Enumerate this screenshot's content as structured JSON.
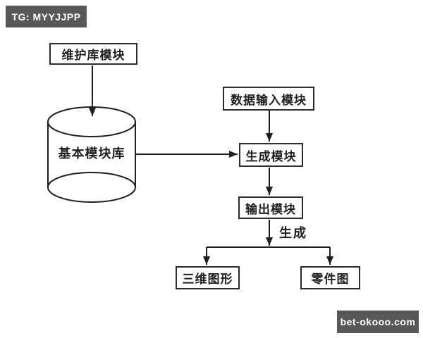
{
  "watermarks": {
    "telegram": "TG: MYYJJPP",
    "site": "bet-okooo.com"
  },
  "diagram": {
    "nodes": {
      "maintain": {
        "label": "维护库模块"
      },
      "library": {
        "label": "基本模块库",
        "shape": "cylinder"
      },
      "data_input": {
        "label": "数据输入模块"
      },
      "generate": {
        "label": "生成模块"
      },
      "output": {
        "label": "输出模块"
      },
      "three_d": {
        "label": "三维图形"
      },
      "part": {
        "label": "零件图"
      }
    },
    "edge_label": "生成",
    "colors": {
      "background": "#ffffff",
      "line": "#1f1f1f",
      "box_border": "#2b2b2b",
      "text": "#1f1f1f",
      "badge_bg": "#58585a",
      "badge_text": "#ffffff"
    }
  }
}
